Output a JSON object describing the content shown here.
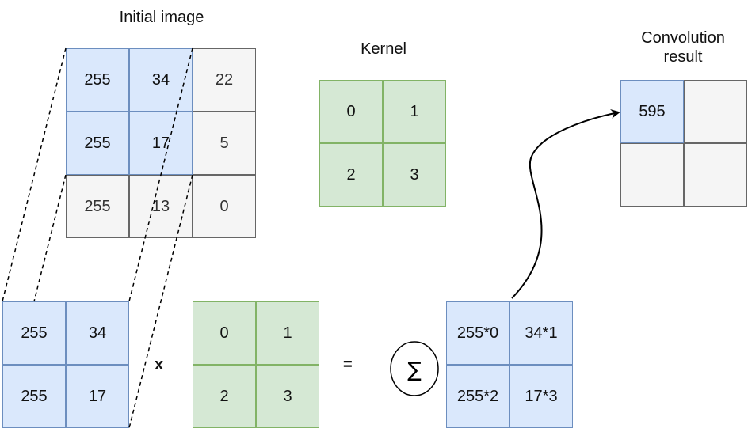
{
  "labels": {
    "initial_image": "Initial image",
    "kernel": "Kernel",
    "convolution_line1": "Convolution",
    "convolution_line2": "result"
  },
  "initial_image": [
    [
      "255",
      "34",
      "22"
    ],
    [
      "255",
      "17",
      "5"
    ],
    [
      "255",
      "13",
      "0"
    ]
  ],
  "kernel": [
    [
      "0",
      "1"
    ],
    [
      "2",
      "3"
    ]
  ],
  "result": [
    [
      "595",
      ""
    ],
    [
      "",
      ""
    ]
  ],
  "patch": [
    [
      "255",
      "34"
    ],
    [
      "255",
      "17"
    ]
  ],
  "kernel_copy": [
    [
      "0",
      "1"
    ],
    [
      "2",
      "3"
    ]
  ],
  "products": [
    [
      "255*0",
      "34*1"
    ],
    [
      "255*2",
      "17*3"
    ]
  ],
  "operators": {
    "multiply": "x",
    "equals": "=",
    "sum_symbol": "∑"
  }
}
